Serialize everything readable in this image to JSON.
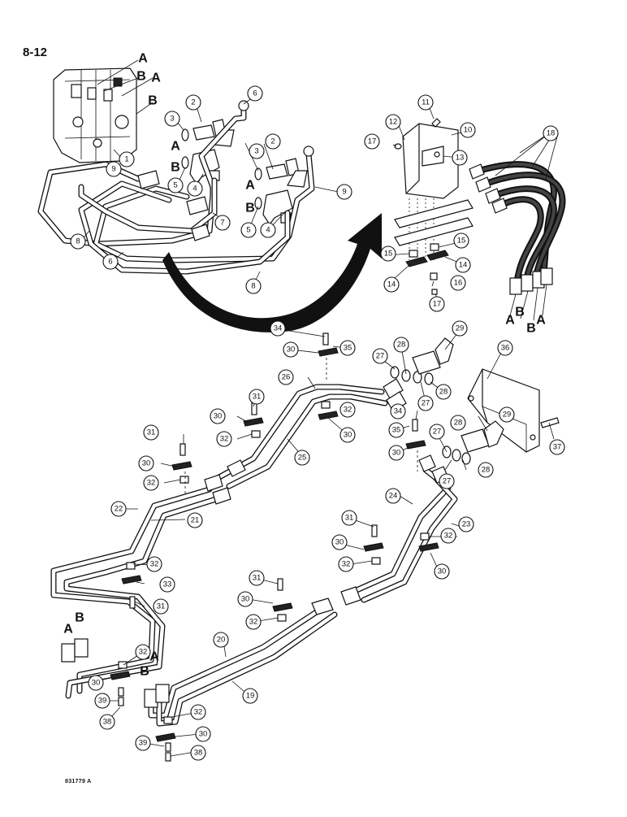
{
  "page_number": "8-12",
  "figure_id": "831779 A",
  "letters": {
    "a": "A",
    "b": "B"
  },
  "callouts": [
    "1",
    "2",
    "3",
    "4",
    "5",
    "6",
    "7",
    "8",
    "9",
    "10",
    "11",
    "12",
    "13",
    "14",
    "15",
    "16",
    "17",
    "18",
    "19",
    "20",
    "21",
    "22",
    "23",
    "24",
    "25",
    "26",
    "27",
    "28",
    "29",
    "30",
    "31",
    "32",
    "33",
    "34",
    "35",
    "36",
    "37",
    "38",
    "39"
  ]
}
